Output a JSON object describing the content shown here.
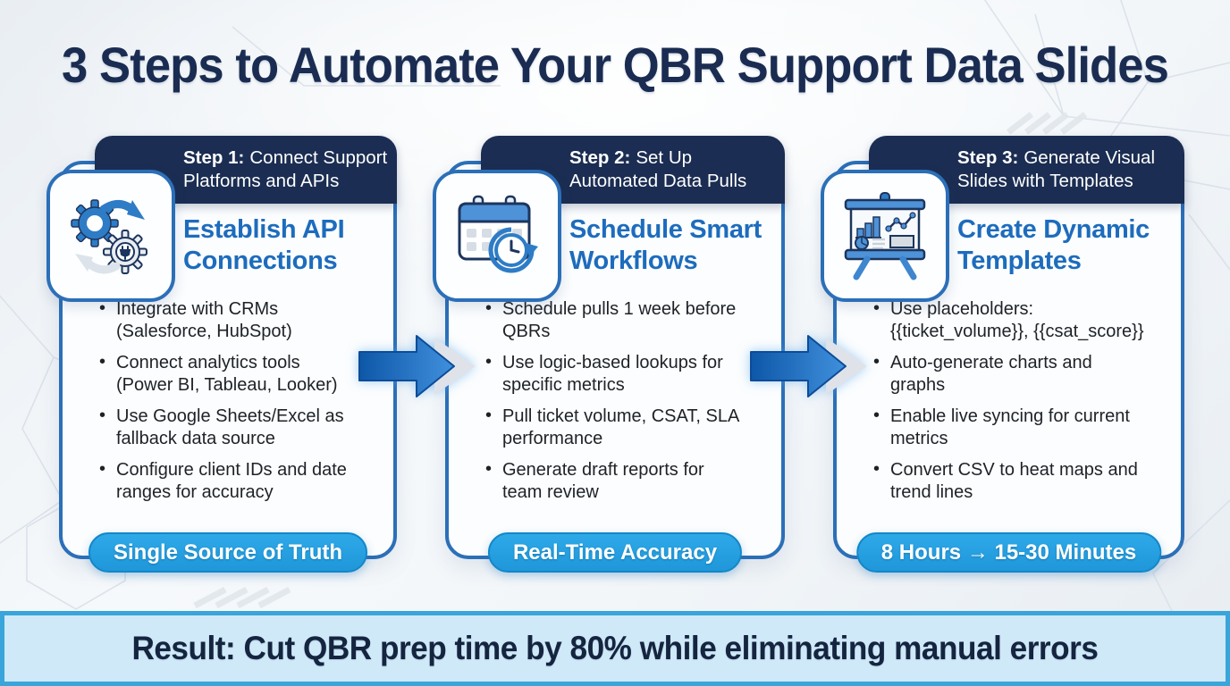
{
  "title": "3 Steps to Automate Your QBR Support Data Slides",
  "colors": {
    "navy_header": "#1b2d52",
    "card_border_blue": "#2b6fb8",
    "heading_blue": "#1d6cbd",
    "badge_blue": "#29a1e1",
    "banner_bg": "#cfe9f8",
    "banner_border": "#3aa5da",
    "arrow_blue": "#1d6cbd",
    "body_text": "#1e2227"
  },
  "connector_icon": "flow-arrow-right-icon",
  "steps": [
    {
      "step_label": "Step 1:",
      "step_title": "Connect Support\nPlatforms and APIs",
      "icon": "gears-sync-icon",
      "heading": "Establish API\nConnections",
      "bullets": [
        "Integrate with CRMs\n(Salesforce, HubSpot)",
        "Connect analytics tools\n(Power BI, Tableau, Looker)",
        "Use Google Sheets/Excel as\nfallback data source",
        "Configure client IDs and date\nranges for accuracy"
      ],
      "badge": "Single Source of Truth"
    },
    {
      "step_label": "Step 2:",
      "step_title": "Set Up\nAutomated Data Pulls",
      "icon": "calendar-clock-icon",
      "heading": "Schedule Smart\nWorkflows",
      "bullets": [
        "Schedule pulls 1 week before\nQBRs",
        "Use logic-based lookups for\nspecific metrics",
        "Pull ticket volume, CSAT, SLA\nperformance",
        "Generate draft reports for\nteam review"
      ],
      "badge": "Real-Time Accuracy"
    },
    {
      "step_label": "Step 3:",
      "step_title": "Generate Visual\nSlides with Templates",
      "icon": "presentation-chart-icon",
      "heading": "Create Dynamic\nTemplates",
      "bullets": [
        "Use placeholders:\n{{ticket_volume}}, {{csat_score}}",
        "Auto-generate charts and\ngraphs",
        "Enable live syncing for current\nmetrics",
        "Convert CSV to heat maps and\ntrend lines"
      ],
      "badge": "8 Hours → 15-30 Minutes"
    }
  ],
  "result": {
    "text": "Result: Cut QBR prep time by 80% while eliminating manual errors"
  }
}
